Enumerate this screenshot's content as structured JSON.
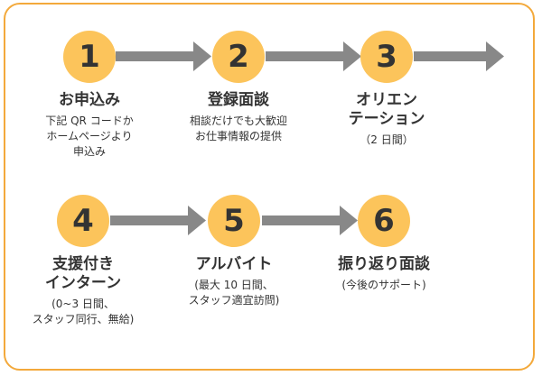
{
  "colors": {
    "accent": "#fcc45b",
    "border": "#f3a93b",
    "arrow": "#888888",
    "text": "#333333"
  },
  "steps": [
    {
      "number": "1",
      "title_lines": [
        "お申込み"
      ],
      "desc_lines": [
        "下記 QR コードか",
        "ホームページより",
        "申込み"
      ]
    },
    {
      "number": "2",
      "title_lines": [
        "登録面談"
      ],
      "desc_lines": [
        "相談だけでも大歓迎",
        "お仕事情報の提供"
      ]
    },
    {
      "number": "3",
      "title_lines": [
        "オリエン",
        "テーション"
      ],
      "desc_lines": [
        "（2 日間）"
      ]
    },
    {
      "number": "4",
      "title_lines": [
        "支援付き",
        "インターン"
      ],
      "desc_lines": [
        "(0~3 日間、",
        "スタッフ同行、無給)"
      ]
    },
    {
      "number": "5",
      "title_lines": [
        "アルバイト"
      ],
      "desc_lines": [
        "(最大 10 日間、",
        "スタッフ適宜訪問)"
      ]
    },
    {
      "number": "6",
      "title_lines": [
        "振り返り面談"
      ],
      "desc_lines": [
        "(今後のサポート)"
      ]
    }
  ]
}
